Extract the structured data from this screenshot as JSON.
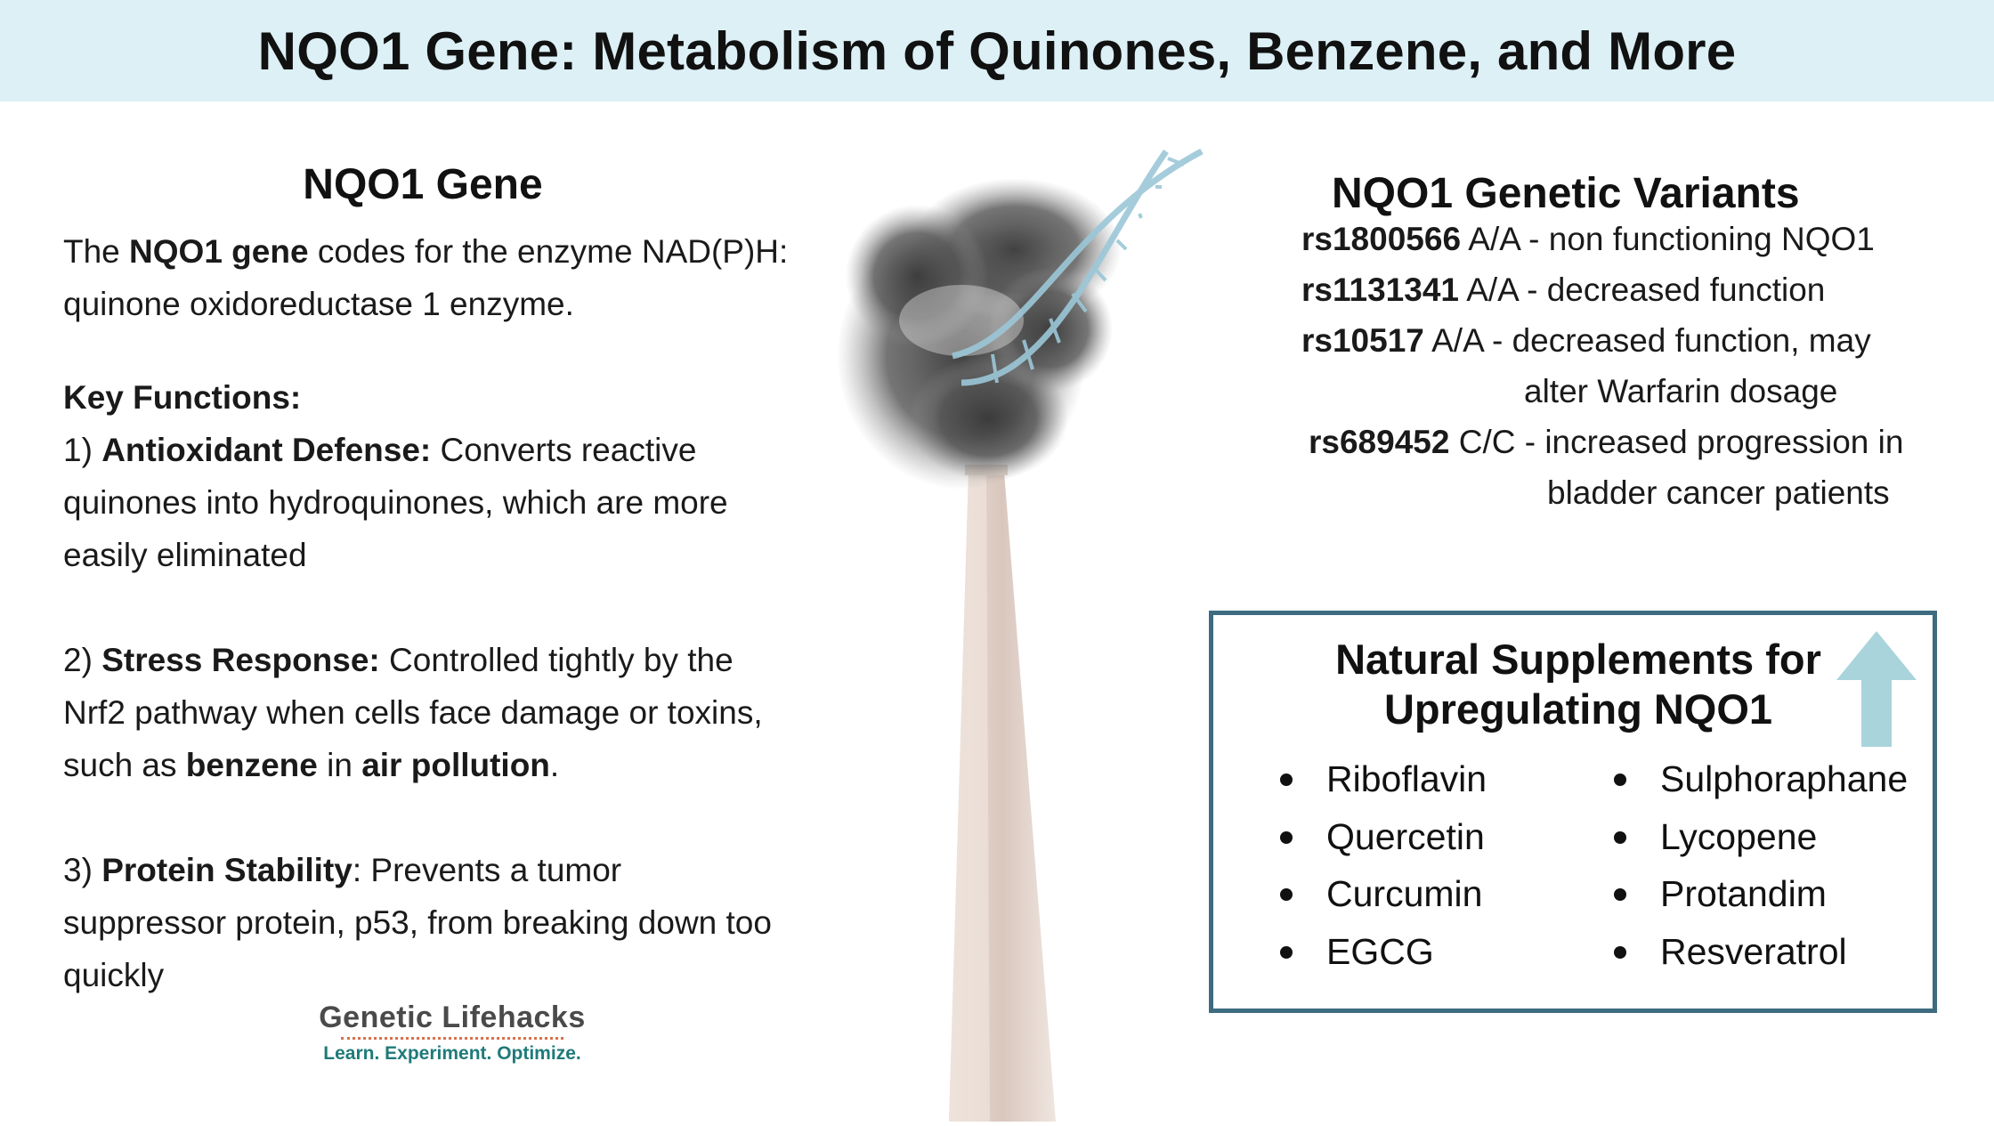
{
  "title": "NQO1 Gene: Metabolism of Quinones, Benzene, and More",
  "gene_section": {
    "heading": "NQO1 Gene",
    "intro_pre": "The ",
    "intro_bold": "NQO1 gene",
    "intro_post": " codes for the enzyme NAD(P)H: quinone oxidoreductase 1 enzyme.",
    "key_functions_label": "Key Functions:",
    "functions": [
      {
        "num": "1) ",
        "bold": "Antioxidant Defense:",
        "text": " Converts reactive quinones into hydroquinones, which are more easily eliminated"
      },
      {
        "num": "2) ",
        "bold": "Stress Response:",
        "text_a": " Controlled tightly by the Nrf2 pathway when cells face damage or toxins, such as ",
        "bold_b": "benzene",
        "text_c": " in ",
        "bold_d": "air pollution",
        "text_e": "."
      },
      {
        "num": "3) ",
        "bold": "Protein Stability",
        "text": ": Prevents a tumor suppressor protein, p53, from breaking down too quickly"
      }
    ]
  },
  "variants_section": {
    "heading": "NQO1 Genetic Variants",
    "variants": [
      {
        "rsid": "rs1800566",
        "text": " A/A - non functioning NQO1",
        "cont": ""
      },
      {
        "rsid": "rs1131341",
        "text": " A/A - decreased function",
        "cont": ""
      },
      {
        "rsid": "rs10517",
        "text": " A/A - decreased function, may",
        "cont": "alter Warfarin dosage"
      },
      {
        "rsid": "rs689452",
        "text": " C/C - increased progression in",
        "cont": "bladder cancer patients"
      }
    ]
  },
  "supplements_box": {
    "heading_line1": "Natural Supplements for",
    "heading_line2": "Upregulating NQO1",
    "arrow_icon": "up-arrow-icon",
    "column1": [
      "Riboflavin",
      "Quercetin",
      "Curcumin",
      "EGCG"
    ],
    "column2": [
      "Sulphoraphane",
      "Lycopene",
      "Protandim",
      "Resveratrol"
    ]
  },
  "logo": {
    "name": "Genetic Lifehacks",
    "tagline": "Learn. Experiment. Optimize."
  },
  "colors": {
    "header_bg": "#dcf0f5",
    "box_border": "#3d6b80",
    "arrow": "#a9d4dc",
    "smoke": "#3a3a3a",
    "chimney": "#e6d8d0",
    "dna": "#9cc7d8"
  }
}
